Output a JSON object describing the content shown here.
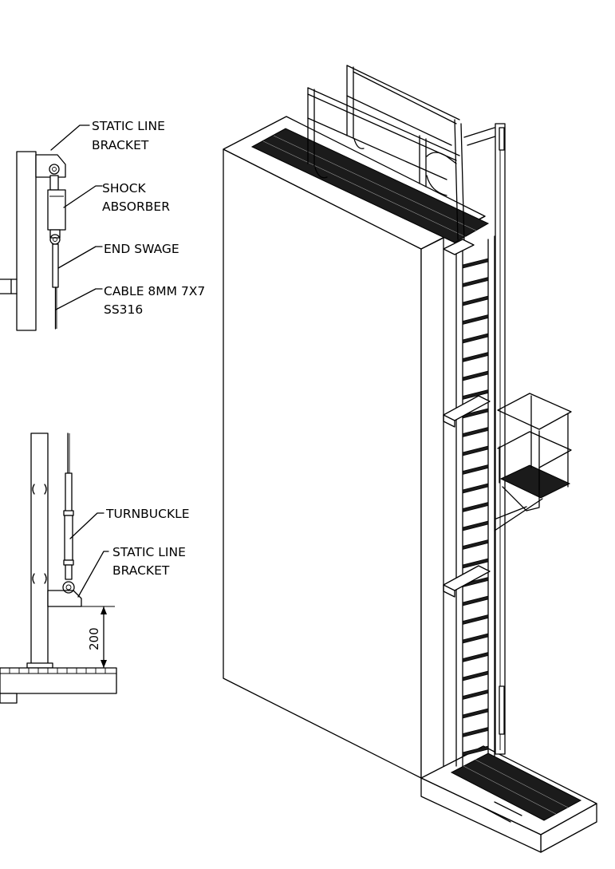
{
  "callouts": {
    "static_line_bracket_top": [
      "STATIC LINE",
      "BRACKET"
    ],
    "shock_absorber": [
      "SHOCK",
      "ABSORBER"
    ],
    "end_swage": [
      "END SWAGE"
    ],
    "cable": [
      "CABLE 8MM 7X7",
      "SS316"
    ],
    "turnbuckle": [
      "TURNBUCKLE"
    ],
    "static_line_bracket_bottom": [
      "STATIC LINE",
      "BRACKET"
    ]
  },
  "dimension": {
    "value": "200"
  }
}
